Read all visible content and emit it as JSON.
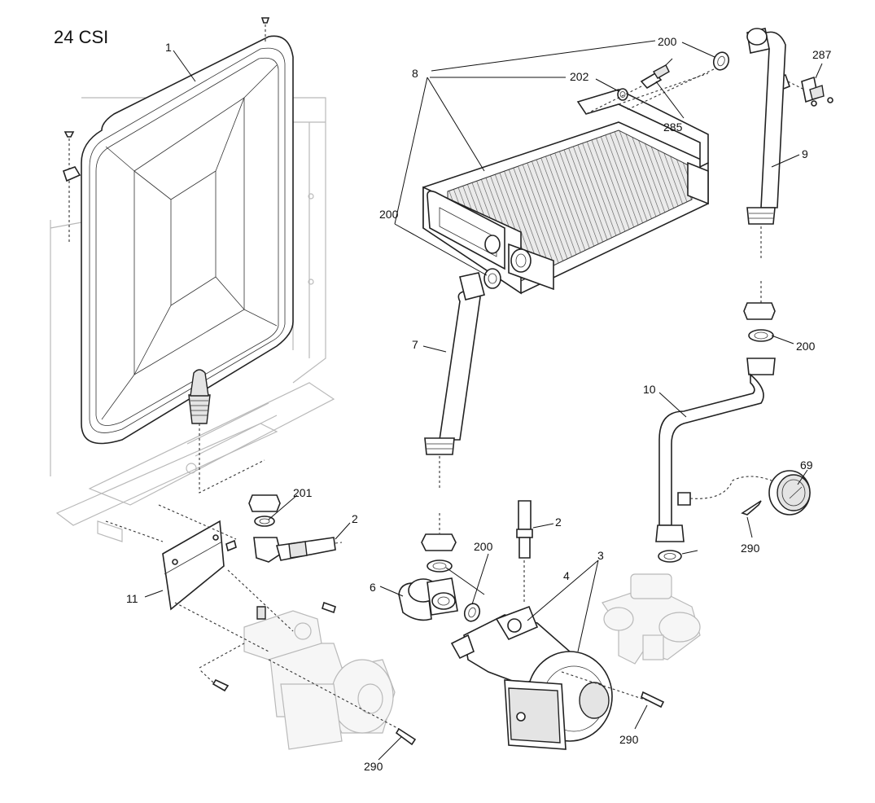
{
  "diagram": {
    "model_title": "24 CSI",
    "labels": [
      {
        "id": "l1",
        "text": "1"
      },
      {
        "id": "l200a",
        "text": "200"
      },
      {
        "id": "l8",
        "text": "8"
      },
      {
        "id": "l202",
        "text": "202"
      },
      {
        "id": "l287",
        "text": "287"
      },
      {
        "id": "l285",
        "text": "285"
      },
      {
        "id": "l9",
        "text": "9"
      },
      {
        "id": "l200b",
        "text": "200"
      },
      {
        "id": "l7",
        "text": "7"
      },
      {
        "id": "l200c",
        "text": "200"
      },
      {
        "id": "l10",
        "text": "10"
      },
      {
        "id": "l69",
        "text": "69"
      },
      {
        "id": "l201",
        "text": "201"
      },
      {
        "id": "l2a",
        "text": "2"
      },
      {
        "id": "l2b",
        "text": "2"
      },
      {
        "id": "l3",
        "text": "3"
      },
      {
        "id": "l200d",
        "text": "200"
      },
      {
        "id": "l4",
        "text": "4"
      },
      {
        "id": "l6",
        "text": "6"
      },
      {
        "id": "l11",
        "text": "11"
      },
      {
        "id": "l290a",
        "text": "290"
      },
      {
        "id": "l290b",
        "text": "290"
      },
      {
        "id": "l290c",
        "text": "290"
      }
    ]
  }
}
